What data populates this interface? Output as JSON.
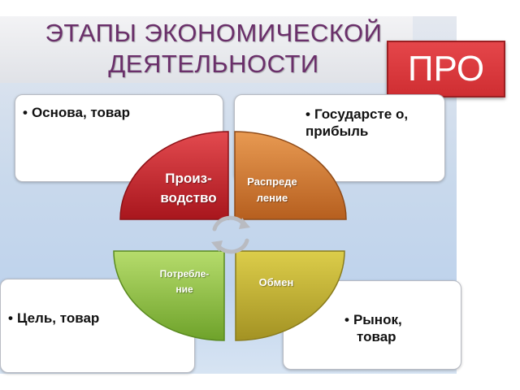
{
  "title": {
    "line1": "ЭТАПЫ ЭКОНОМИЧЕСКОЙ",
    "line2": "ДЕЯТЕЛЬНОСТИ"
  },
  "badge": "ПРО",
  "boxes": {
    "top_left": "Основа, товар",
    "top_right_line1": "Государсте о,",
    "top_right_line2": "прибыль",
    "bottom_left": "Цель, товар",
    "bottom_right_line1": "Рынок,",
    "bottom_right_line2": "товар"
  },
  "bullet": "•",
  "segments": {
    "production": {
      "line1": "Произ-",
      "line2": "водство",
      "color": "#d2262f"
    },
    "distribution": {
      "line1": "Распреде",
      "line2": "ление",
      "color": "#d9823a"
    },
    "consumption": {
      "line1": "Потребле-",
      "line2": "ние",
      "color": "#8fc63e"
    },
    "exchange": {
      "label": "Обмен",
      "color": "#c9ba2d"
    }
  },
  "colors": {
    "title": "#6a2f6a",
    "badge": "#d8373b"
  }
}
